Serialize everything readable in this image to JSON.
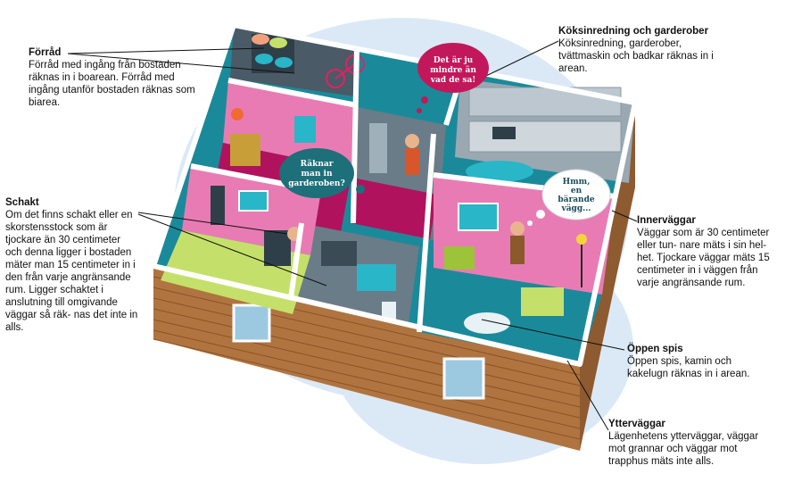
{
  "labels": {
    "forrad": {
      "title": "Förråd",
      "body": "Förråd med ingång från bostaden räknas in i boarean. Förråd med ingång utanför bostaden räknas som biarea."
    },
    "koksinredning": {
      "title": "Köksinredning och garderober",
      "body": "Köksinredning, garderober, tvättmaskin och badkar räknas in i arean."
    },
    "schakt": {
      "title": "Schakt",
      "body": "Om det finns schakt eller en skorstensstock som är tjockare än 30 centimeter och denna ligger i bostaden mäter man 15 centimeter in i den från varje angränsande rum. Ligger schaktet i anslutning till omgivande väggar så räk- nas det inte in alls."
    },
    "innervaggar": {
      "title": "Innerväggar",
      "body": "Väggar som är 30 centimeter eller tun- nare mäts i sin hel- het. Tjockare väggar mäts 15 centimeter in i väggen från varje angränsande rum."
    },
    "oppen_spis": {
      "title": "Öppen spis",
      "body": "Öppen spis, kamin och kakelugn räknas in i arean."
    },
    "yttervaggar": {
      "title": "Ytterväggar",
      "body": "Lägenhetens ytterväggar, väggar mot grannar och väggar mot trapphus mäts inte alls."
    }
  },
  "bubbles": {
    "mindre": [
      "Det är ju",
      "mindre än",
      "vad de sa!"
    ],
    "garderoben": [
      "Räknar",
      "man in",
      "garderoben?"
    ],
    "barande": [
      "Hmm,",
      "en",
      "bärande",
      "vägg..."
    ]
  },
  "colors": {
    "sky": "#dbe9f7",
    "floor_teal": "#1a8a9a",
    "wood": "#b07440",
    "wall_pink": "#e97bb4",
    "bubble_magenta": "#c2185b",
    "bubble_teal": "#1d6f7a"
  }
}
